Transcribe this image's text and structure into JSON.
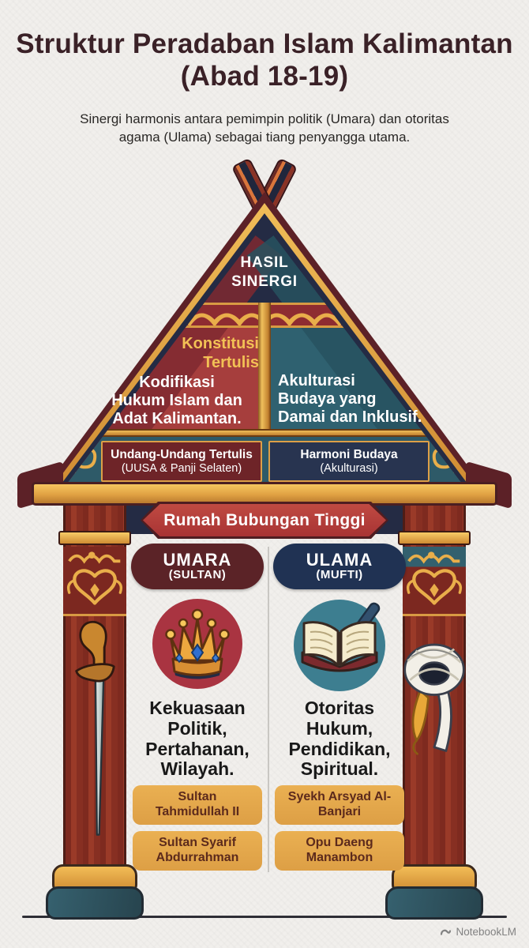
{
  "infographic": {
    "title": "Struktur Peradaban Islam Kalimantan (Abad 18-19)",
    "subtitle": "Sinergi harmonis antara pemimpin politik (Umara) dan otoritas agama (Ulama) sebagai tiang penyangga utama.",
    "roof": {
      "apex_label": "HASIL\nSINERGI",
      "left_badge": "Konstitusi\nTertulis",
      "left_text": "Kodifikasi\nHukum Islam dan\nAdat Kalimantan.",
      "right_text": "Akulturasi\nBudaya yang\nDamai dan Inklusif.",
      "left_box_title": "Undang-Undang Tertulis",
      "left_box_subtitle": "(UUSA & Panji Selaten)",
      "right_box_title": "Harmoni Budaya",
      "right_box_subtitle": "(Akulturasi)"
    },
    "banner_label": "Rumah Bubungan Tinggi",
    "pillar_left": {
      "title": "UMARA",
      "subtitle": "(SULTAN)",
      "icon": "crown-icon",
      "description": "Kekuasaan\nPolitik,\nPertahanan,\nWilayah.",
      "figures": [
        "Sultan Tahmidullah II",
        "Sultan Syarif Abdurrahman"
      ]
    },
    "pillar_right": {
      "title": "ULAMA",
      "subtitle": "(MUFTI)",
      "icon": "book-and-pen-icon",
      "description": "Otoritas\nHukum,\nPendidikan,\nSpiritual.",
      "figures": [
        "Syekh Arsyad Al-Banjari",
        "Opu Daeng Manambon"
      ]
    },
    "side_icons": {
      "left": "kris-dagger-icon",
      "right": "turban-icon"
    },
    "watermark": "NotebookLM",
    "colors": {
      "title_maroon": "#3a2127",
      "roof_red": "#a63e3d",
      "roof_teal": "#2f6170",
      "navy": "#242b44",
      "gold": "#e2a84d",
      "maroon_dark": "#5c2127",
      "banner_red": "#b23f3c",
      "tag_gold": "#e5ab50",
      "tag_text": "#5c2a1c",
      "crown_circle": "#a93441",
      "book_circle": "#3d7e90"
    }
  }
}
